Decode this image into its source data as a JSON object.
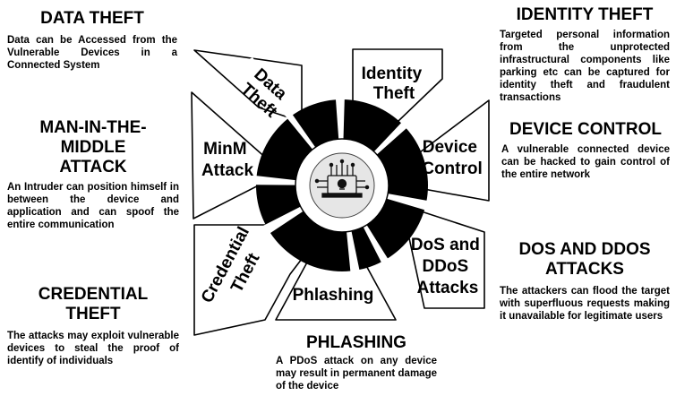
{
  "blocks": {
    "data_theft": {
      "title": "DATA THEFT",
      "desc": "Data can be Accessed from the Vulnerable Devices in a Connected System"
    },
    "identity_theft": {
      "title": "IDENTITY THEFT",
      "desc": "Targeted personal information from the unprotected infrastructural components like parking etc can be captured for identity theft and fraudulent transactions"
    },
    "mitm": {
      "title": "MAN-IN-THE-MIDDLE ATTACK",
      "desc": "An Intruder can position himself in between the device and application and can spoof the entire communication"
    },
    "device_control": {
      "title": "DEVICE CONTROL",
      "desc": "A vulnerable connected device can be hacked to gain control of the entire network"
    },
    "credential_theft": {
      "title": "CREDENTIAL THEFT",
      "desc": "The attacks may exploit vulnerable devices to steal the proof of identify of individuals"
    },
    "dos": {
      "title": "DOS AND DDOS ATTACKS",
      "desc": "The attackers can flood the target with superfluous requests making it unavailable for legitimate users"
    },
    "phlashing": {
      "title": "PHLASHING",
      "desc": "A PDoS attack on any device may result in permanent damage of the device"
    }
  },
  "segments": {
    "data_theft": [
      "Data",
      "Theft"
    ],
    "identity_theft": [
      "Identity",
      "Theft"
    ],
    "minm": [
      "MinM",
      "Attack"
    ],
    "device_control": [
      "Device",
      "Control"
    ],
    "credential_theft": [
      "Credential",
      "Theft"
    ],
    "dos": [
      "DoS and",
      "DDoS",
      "Attacks"
    ],
    "phlashing": [
      "Phlashing"
    ]
  },
  "center_icon": "circuit-computer-icon",
  "colors": {
    "segment_fill": "#ffffff",
    "segment_stroke": "#000000",
    "ring": "#000000",
    "text": "#000000"
  }
}
